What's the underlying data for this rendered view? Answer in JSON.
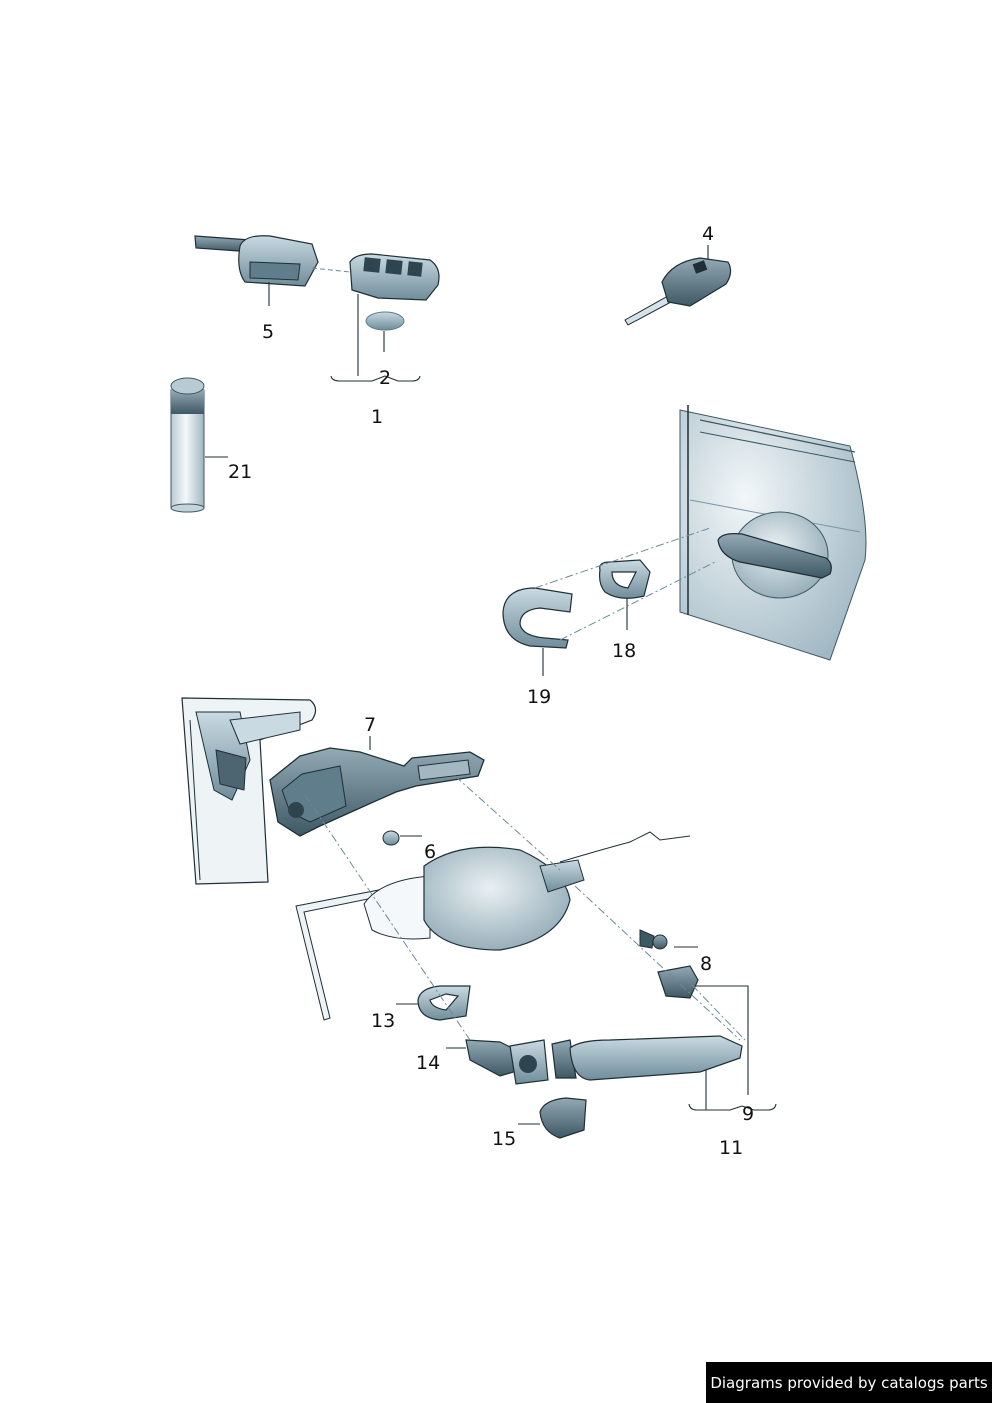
{
  "diagram": {
    "part_labels": [
      {
        "id": "p1",
        "text": "1"
      },
      {
        "id": "p2",
        "text": "2"
      },
      {
        "id": "p4",
        "text": "4"
      },
      {
        "id": "p5",
        "text": "5"
      },
      {
        "id": "p6",
        "text": "6"
      },
      {
        "id": "p7",
        "text": "7"
      },
      {
        "id": "p8",
        "text": "8"
      },
      {
        "id": "p9",
        "text": "9"
      },
      {
        "id": "p11",
        "text": "11"
      },
      {
        "id": "p13",
        "text": "13"
      },
      {
        "id": "p14",
        "text": "14"
      },
      {
        "id": "p15",
        "text": "15"
      },
      {
        "id": "p18",
        "text": "18"
      },
      {
        "id": "p19",
        "text": "19"
      },
      {
        "id": "p21",
        "text": "21"
      }
    ]
  },
  "footer": {
    "credit": "Diagrams provided by catalogs parts"
  }
}
